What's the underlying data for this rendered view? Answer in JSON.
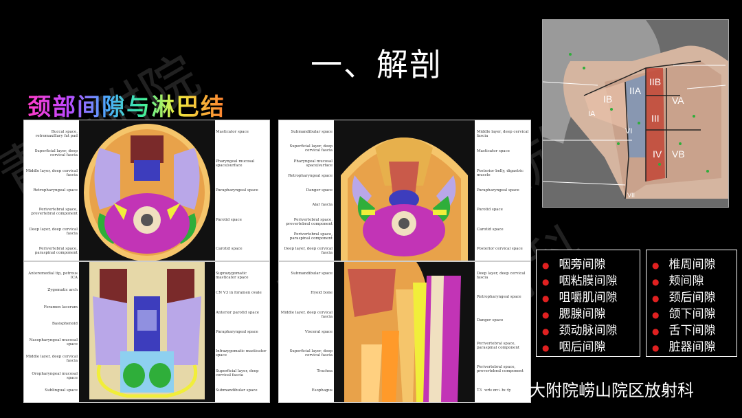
{
  "title": "一、解剖",
  "subtitle": "颈部间隙与淋巴结",
  "footer": "青大附院崂山院区放射科",
  "watermark_text": "青大附院崂山院区放射科",
  "panels": {
    "tl": {
      "left": [
        "Buccal space, retromaxillary fat pad",
        "Superficial layer, deep cervical fascia",
        "Middle layer, deep cervical fascia",
        "Retropharyngeal space",
        "Perivertebral space, prevertebral component",
        "Deep layer, deep cervical fascia",
        "Perivertebral space, paraspinal component"
      ],
      "right": [
        "Masticator space",
        "Pharyngeal mucosal space/surface",
        "Parapharyngeal space",
        "Parotid space",
        "Carotid space"
      ]
    },
    "tr": {
      "left": [
        "Submandibular space",
        "Superficial layer, deep cervical fascia",
        "Pharyngeal mucosal space/surface",
        "Retropharyngeal space",
        "Danger space",
        "Alar fascia",
        "Perivertebral space, prevertebral component",
        "Perivertebral space, paraspinal component",
        "Deep layer, deep cervical fascia"
      ],
      "right": [
        "Middle layer, deep cervical fascia",
        "Masticator space",
        "Posterior belly, digastric muscle",
        "Parapharyngeal space",
        "Parotid space",
        "Carotid space",
        "Posterior cervical space"
      ]
    },
    "bl": {
      "left": [
        "Anteromedial tip, petrous ICA",
        "Zygomatic arch",
        "Foramen lacerum",
        "Basisphenoid",
        "Nasopharyngeal mucosal space",
        "Middle layer, deep cervical fascia",
        "Oropharyngeal mucosal space",
        "Sublingual space"
      ],
      "right": [
        "Suprazygomatic masticator space",
        "CN V3 in foramen ovale",
        "Anterior parotid space",
        "Parapharyngeal space",
        "Infrazygomatic masticator space",
        "Superficial layer, deep cervical fascia",
        "Submandibular space"
      ]
    },
    "br": {
      "left": [
        "Submandibular space",
        "Hyoid bone",
        "Middle layer, deep cervical fascia",
        "Visceral space",
        "Superficial layer, deep cervical fascia",
        "Trachea",
        "Esophagus"
      ],
      "right": [
        "Deep layer, deep cervical fascia",
        "Retropharyngeal space",
        "Danger space",
        "Perivertebral space, paraspinal component",
        "Perivertebral space, prevertebral component",
        "T3 vertebral body"
      ]
    }
  },
  "neck_zones": [
    "IA",
    "IB",
    "IIA",
    "IIB",
    "III",
    "IV",
    "VA",
    "VB",
    "VI",
    "VII"
  ],
  "legend_left": [
    "咽旁间隙",
    "咽粘膜间隙",
    "咀嚼肌间隙",
    "腮腺间隙",
    "颈动脉间隙",
    "咽后间隙"
  ],
  "legend_right": [
    "椎周间隙",
    "颊间隙",
    "颈后间隙",
    "颌下间隙",
    "舌下间隙",
    "脏器间隙"
  ],
  "colors": {
    "bullet": "#e02020",
    "background": "#000000"
  }
}
